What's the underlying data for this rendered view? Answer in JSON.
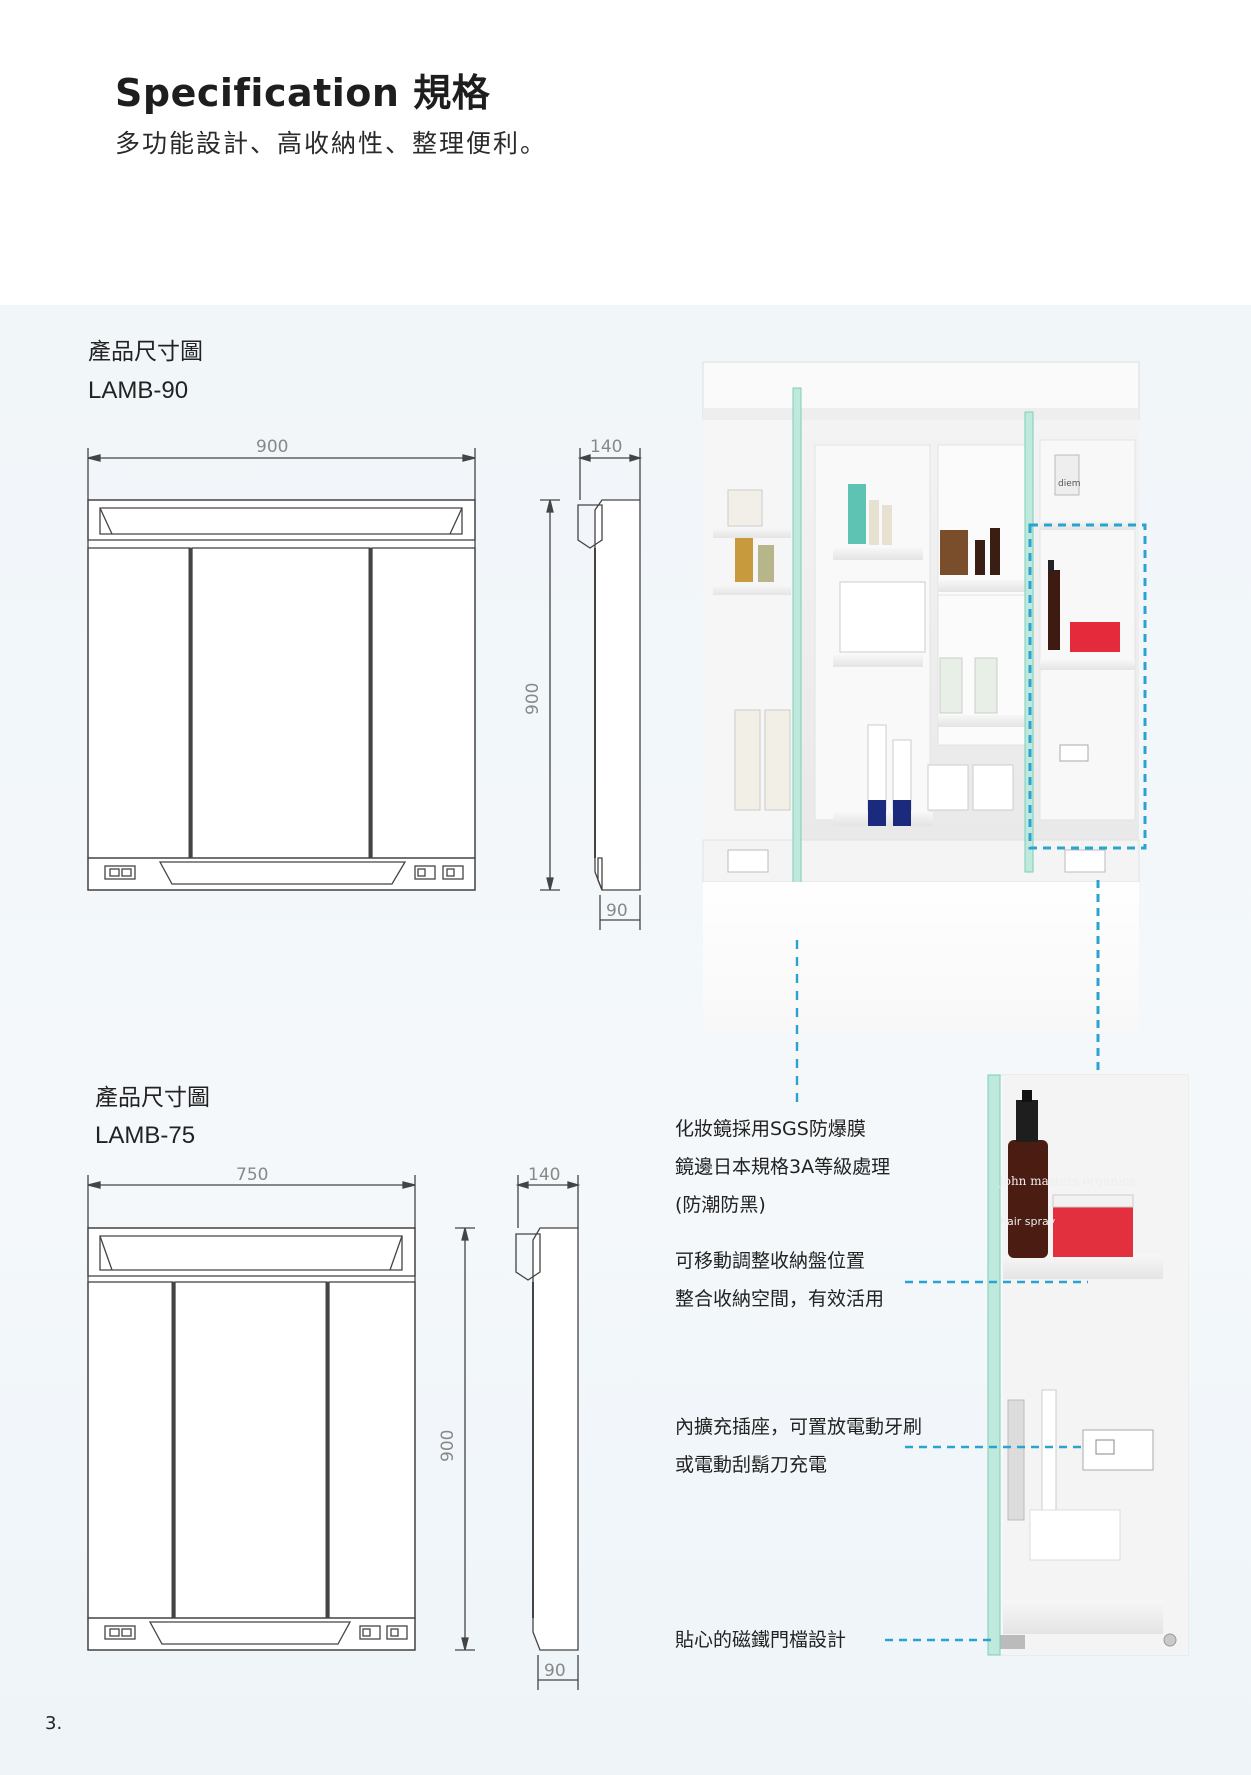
{
  "header": {
    "title": "Specification 規格",
    "subtitle": "多功能設計、高收納性、整理便利。"
  },
  "drawings": [
    {
      "section_label": "產品尺寸圖",
      "model": "LAMB-90",
      "width": "900",
      "depth": "140",
      "height": "900",
      "bottom": "90"
    },
    {
      "section_label": "產品尺寸圖",
      "model": "LAMB-75",
      "width": "750",
      "depth": "140",
      "height": "900",
      "bottom": "90"
    }
  ],
  "features": [
    {
      "lines": [
        "化妝鏡採用SGS防爆膜",
        "鏡邊日本規格3A等級處理",
        "(防潮防黑)"
      ]
    },
    {
      "lines": [
        "可移動調整收納盤位置",
        "整合收納空間，有效活用"
      ]
    },
    {
      "lines": [
        "內擴充插座，可置放電動牙刷",
        "或電動刮鬍刀充電"
      ]
    },
    {
      "lines": [
        "貼心的磁鐵門檔設計"
      ]
    }
  ],
  "photo_labels": {
    "bottle_brand": "john masters organics",
    "bottle_product": "hair spray",
    "cream_brand": "diem"
  },
  "accent_color": "#2aa3d0",
  "page_number": "3."
}
